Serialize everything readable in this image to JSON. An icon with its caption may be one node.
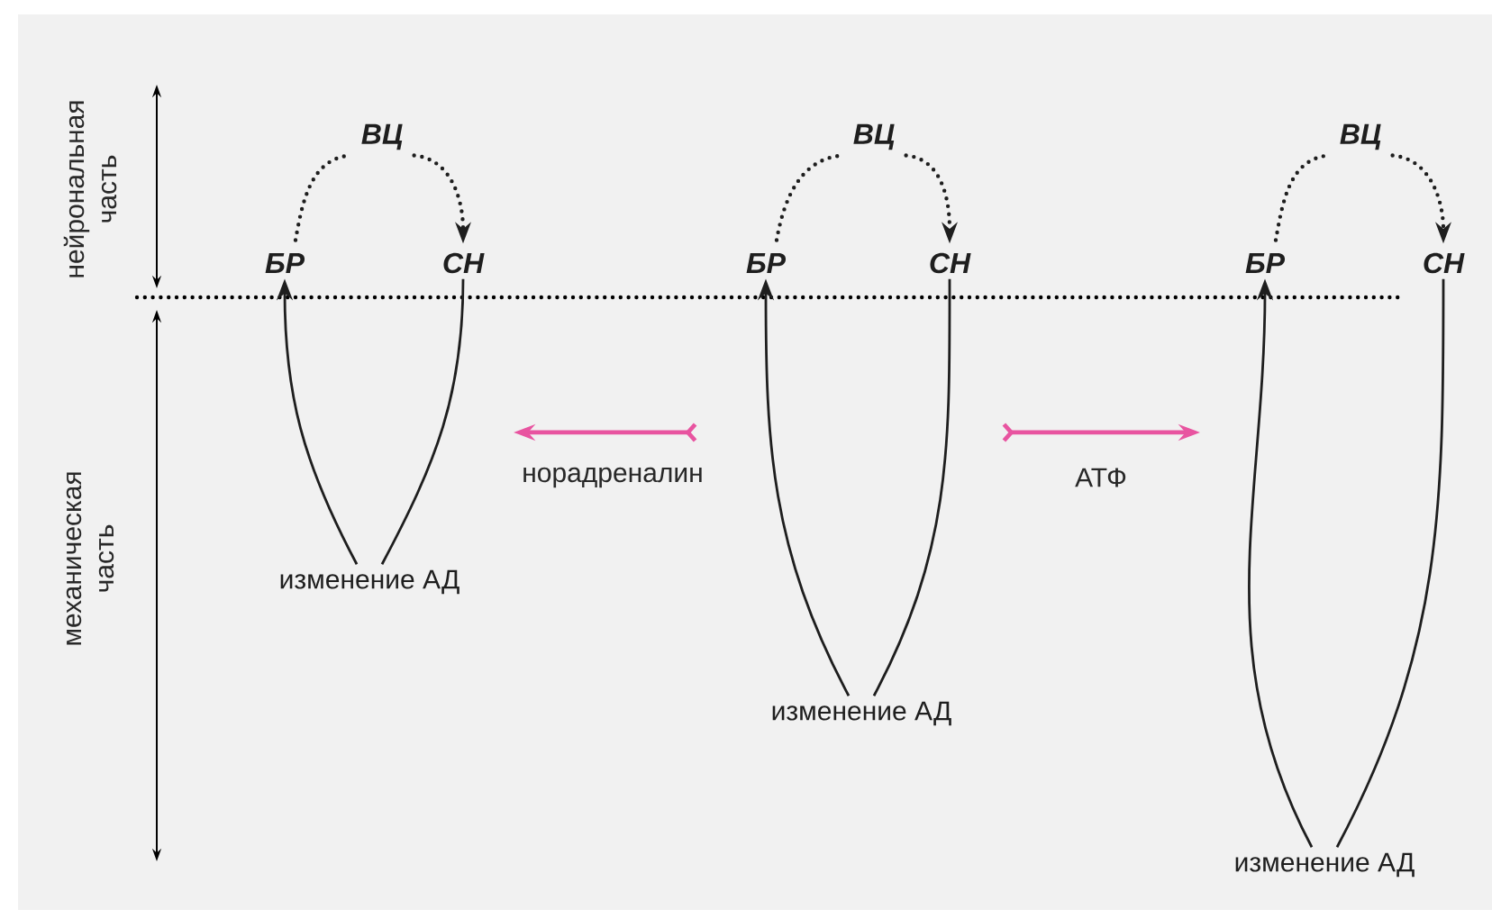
{
  "diagram": {
    "nodes": [
      {
        "text": [
          "ВЦ"
        ]
      },
      {
        "text": [
          "БР"
        ]
      },
      {
        "text": [
          "СН"
        ]
      },
      {
        "text": [
          "изменение АД"
        ]
      },
      {
        "text": [
          "ВЦ"
        ]
      },
      {
        "text": [
          "БР"
        ]
      },
      {
        "text": [
          "СН"
        ]
      },
      {
        "text": [
          "изменение АД"
        ]
      },
      {
        "text": [
          "ВЦ"
        ]
      },
      {
        "text": [
          "БР"
        ]
      },
      {
        "text": [
          "СН"
        ]
      },
      {
        "text": [
          "изменение АД"
        ]
      }
    ],
    "edges": [
      {
        "from": 1,
        "to": 0,
        "arrow": "none",
        "style": "dashed"
      },
      {
        "from": 0,
        "to": 2,
        "arrow": "to",
        "style": "dashed"
      },
      {
        "from": 3,
        "to": 1,
        "arrow": "to"
      },
      {
        "from": 2,
        "to": 3,
        "arrow": "none"
      },
      {
        "from": 5,
        "to": 4,
        "arrow": "none",
        "style": "dashed"
      },
      {
        "from": 4,
        "to": 6,
        "arrow": "to",
        "style": "dashed"
      },
      {
        "from": 7,
        "to": 5,
        "arrow": "to"
      },
      {
        "from": 6,
        "to": 7,
        "arrow": "none"
      },
      {
        "from": 9,
        "to": 8,
        "arrow": "none",
        "style": "dashed"
      },
      {
        "from": 8,
        "to": 10,
        "arrow": "to",
        "style": "dashed"
      },
      {
        "from": 11,
        "to": 9,
        "arrow": "to"
      },
      {
        "from": 10,
        "to": 11,
        "arrow": "none"
      }
    ],
    "labels": [
      "нейрональная часть",
      "механическая часть",
      "норадреналин",
      "АТФ"
    ]
  }
}
